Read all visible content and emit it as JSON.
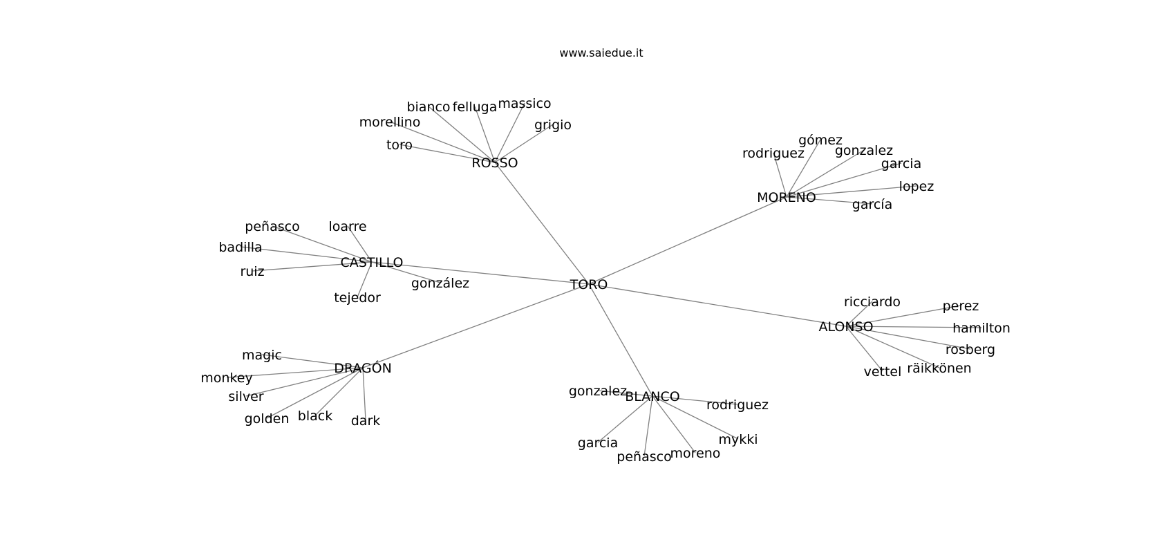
{
  "site": "www.saiedue.it",
  "root": "TORO",
  "groups": [
    {
      "id": "ROSSO",
      "label": "ROSSO",
      "children": [
        "toro",
        "morellino",
        "bianco",
        "felluga",
        "massico",
        "grigio"
      ]
    },
    {
      "id": "MORENO",
      "label": "MORENO",
      "children": [
        "rodriguez",
        "gómez",
        "gonzalez",
        "garcia",
        "lopez",
        "garcía"
      ]
    },
    {
      "id": "CASTILLO",
      "label": "CASTILLO",
      "children": [
        "peñasco",
        "loarre",
        "badilla",
        "ruiz",
        "tejedor",
        "gonzález"
      ]
    },
    {
      "id": "ALONSO",
      "label": "ALONSO",
      "children": [
        "ricciardo",
        "perez",
        "hamilton",
        "rosberg",
        "räikkönen",
        "vettel"
      ]
    },
    {
      "id": "DRAGON",
      "label": "DRAGÓN",
      "children": [
        "magic",
        "monkey",
        "silver",
        "golden",
        "black",
        "dark"
      ]
    },
    {
      "id": "BLANCO",
      "label": "BLANCO",
      "children": [
        "gonzalez",
        "rodriguez",
        "mykki",
        "moreno",
        "peñasco",
        "garcia"
      ]
    }
  ]
}
